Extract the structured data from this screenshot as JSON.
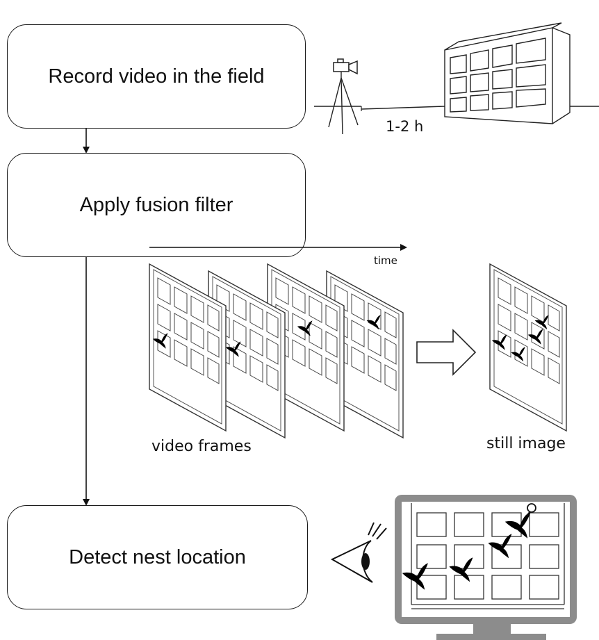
{
  "steps": {
    "record": "Record video in the field",
    "fusion": "Apply fusion filter",
    "detect": "Detect nest location"
  },
  "labels": {
    "duration": "1-2 h",
    "time": "time",
    "video_frames": "video frames",
    "still_image": "still image"
  },
  "icons": [
    "video-camera-icon",
    "tripod-icon",
    "building-icon",
    "window-frame-icon",
    "swift-bird-icon",
    "fusion-arrow-icon",
    "eye-icon",
    "monitor-icon",
    "nest-marker-icon"
  ],
  "colors": {
    "ink": "#1a1a1a",
    "monitor_bezel": "#8c8c8c",
    "background": "#ffffff"
  }
}
